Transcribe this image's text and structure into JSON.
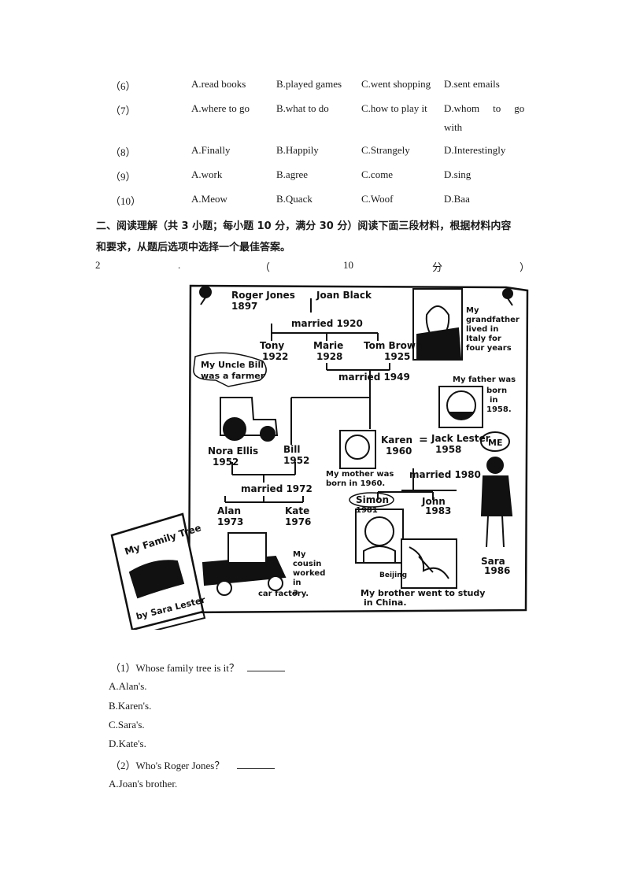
{
  "options": [
    {
      "num": "（6）",
      "a": "A.read books",
      "b": "B.played  games",
      "c": "C.went shopping",
      "d": "D.sent emails"
    },
    {
      "num": "（7）",
      "a": "A.where to go",
      "b": "B.what to do",
      "c": "C.how to play it",
      "d": "D.whom    to    go",
      "d2": "with"
    },
    {
      "num": "（8）",
      "a": "A.Finally",
      "b": "B.Happily",
      "c": "C.Strangely",
      "d": "D.Interestingly"
    },
    {
      "num": "（9）",
      "a": "A.work",
      "b": "B.agree",
      "c": "C.come",
      "d": "D.sing"
    },
    {
      "num": "（10）",
      "a": "A.Meow",
      "b": "B.Quack",
      "c": "C.Woof",
      "d": "D.Baa"
    }
  ],
  "section": {
    "line1": "二、阅读理解（共 3 小题；每小题 10 分，满分 30 分）阅读下面三段材料，根据材料内容",
    "line2": "和要求，从题后选项中选择一个最佳答案。"
  },
  "question_header": {
    "num": "2",
    "dot": ".",
    "open": "（",
    "score": "10",
    "unit": "分",
    "close": "）"
  },
  "family_tree": {
    "book_title": "My Family Tree",
    "book_author": "by Sara Lester",
    "roger": "Roger Jones",
    "roger_year": "1897",
    "joan": "Joan Black",
    "married_1920": "married 1920",
    "tony": "Tony",
    "tony_year": "1922",
    "marie": "Marie",
    "marie_year": "1928",
    "tom": "Tom Brown",
    "tom_year": "1925",
    "married_1949": "married 1949",
    "grandfather_note": [
      "My",
      "grandfather",
      "lived in",
      "Italy for",
      "four years"
    ],
    "uncle_note": [
      "My Uncle Bill",
      "was a farmer"
    ],
    "father_note": [
      "My father was",
      "born",
      "in",
      "1958."
    ],
    "nora": "Nora Ellis",
    "nora_year": "1952",
    "bill": "Bill",
    "bill_year": "1952",
    "karen": "Karen",
    "karen_year": "1960",
    "jack": "Jack Lester",
    "jack_year": "1958",
    "mother_note": [
      "My mother was",
      "born in 1960."
    ],
    "me": "ME",
    "married_1972": "married 1972",
    "married_1980": "married 1980",
    "alan": "Alan",
    "alan_year": "1973",
    "kate": "Kate",
    "kate_year": "1976",
    "simon": "Simon",
    "simon_year": "1981",
    "john": "John",
    "john_year": "1983",
    "sara": "Sara",
    "sara_year": "1986",
    "cousin_note": [
      "My",
      "cousin",
      "worked",
      "in",
      "a",
      "car factory."
    ],
    "beijing": "Beijing",
    "brother_note": [
      "My brother went to study",
      "in China."
    ]
  },
  "questions": [
    {
      "label": "（1）Whose family tree is it？",
      "options": [
        "A.Alan's.",
        "B.Karen's.",
        "C.Sara's.",
        "D.Kate's."
      ]
    },
    {
      "label": "（2）Who's Roger Jones？",
      "options": [
        "A.Joan's brother."
      ]
    }
  ]
}
